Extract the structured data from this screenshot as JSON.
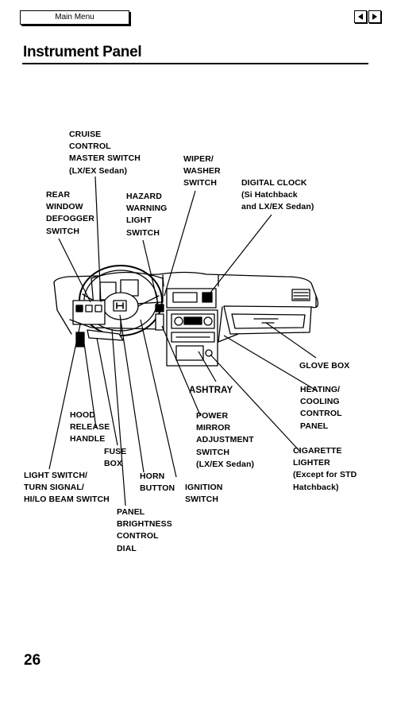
{
  "nav": {
    "main_menu_label": "Main Menu",
    "prev_icon": "triangle-left",
    "next_icon": "triangle-right"
  },
  "page": {
    "title": "Instrument Panel",
    "number": "26"
  },
  "labels": {
    "cruise_control": "CRUISE\nCONTROL\nMASTER SWITCH\n(LX/EX Sedan)",
    "wiper_washer": "WIPER/\nWASHER\nSWITCH",
    "digital_clock": "DIGITAL CLOCK\n(Si Hatchback\nand LX/EX Sedan)",
    "rear_defogger": "REAR\nWINDOW\nDEFOGGER\nSWITCH",
    "hazard": "HAZARD\nWARNING\nLIGHT\nSWITCH",
    "glove_box": "GLOVE BOX",
    "ashtray": "ASHTRAY",
    "heating": "HEATING/\nCOOLING\nCONTROL\nPANEL",
    "hood_release": "HOOD\nRELEASE\nHANDLE",
    "power_mirror": "POWER\nMIRROR\nADJUSTMENT\nSWITCH\n(LX/EX Sedan)",
    "fuse_box": "FUSE\nBOX",
    "cigarette_lighter": "CIGARETTE\nLIGHTER\n(Except for STD\nHatchback)",
    "light_switch": "LIGHT SWITCH/\nTURN SIGNAL/\nHI/LO BEAM SWITCH",
    "horn": "HORN\nBUTTON",
    "ignition": "IGNITION\nSWITCH",
    "panel_brightness": "PANEL\nBRIGHTNESS\nCONTROL\nDIAL"
  }
}
